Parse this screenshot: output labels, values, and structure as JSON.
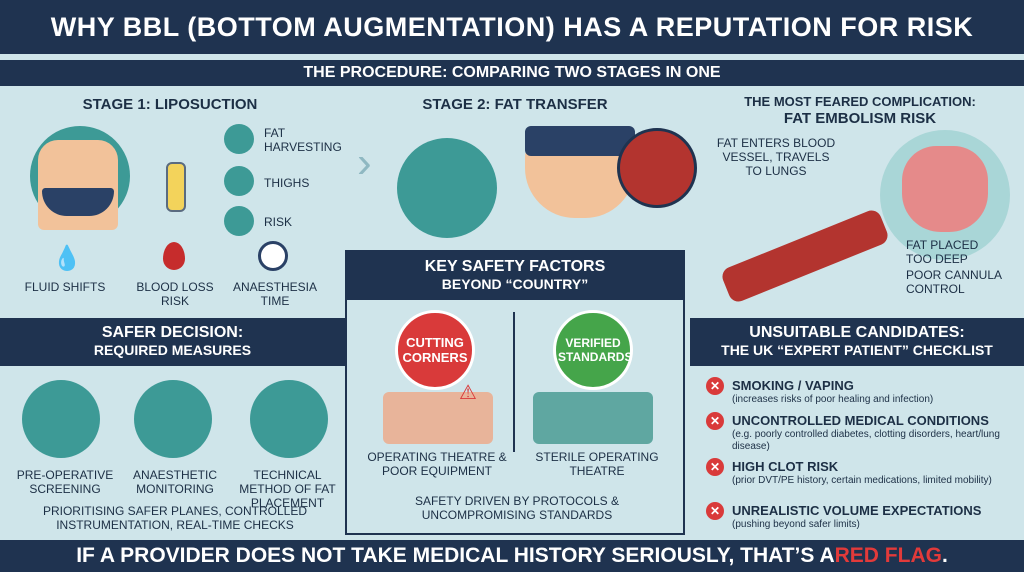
{
  "title": "WHY BBL (BOTTOM AUGMENTATION) HAS A REPUTATION FOR RISK",
  "procedure_bar": "THE PROCEDURE: COMPARING TWO STAGES IN ONE",
  "stage1": {
    "title": "STAGE 1: LIPOSUCTION",
    "legend": [
      "FAT HARVESTING",
      "THIGHS",
      "RISK"
    ],
    "risks": [
      "FLUID SHIFTS",
      "BLOOD LOSS RISK",
      "ANAESTHESIA TIME"
    ]
  },
  "stage2": {
    "title": "STAGE 2: FAT TRANSFER"
  },
  "complication": {
    "title_line1": "THE MOST FEARED COMPLICATION:",
    "title_line2": "FAT EMBOLISM RISK",
    "enters": "FAT ENTERS BLOOD VESSEL, TRAVELS TO LUNGS",
    "deep": "FAT PLACED TOO DEEP",
    "cannula": "POOR CANNULA CONTROL"
  },
  "key_factors": {
    "title_line1": "KEY SAFETY FACTORS",
    "title_line2": "BEYOND “COUNTRY”",
    "left_badge": "CUTTING CORNERS",
    "right_badge": "VERIFIED STANDARDS",
    "left_caption": "OPERATING THEATRE & POOR EQUIPMENT",
    "right_caption": "STERILE OPERATING THEATRE",
    "footer": "SAFETY DRIVEN BY PROTOCOLS & UNCOMPROMISING STANDARDS"
  },
  "safer": {
    "title_line1": "SAFER DECISION:",
    "title_line2": "REQUIRED MEASURES",
    "items": [
      "PRE-OPERATIVE SCREENING",
      "ANAESTHETIC MONITORING",
      "TECHNICAL METHOD OF FAT PLACEMENT"
    ],
    "footer": "PRIORITISING SAFER PLANES, CONTROLLED INSTRUMENTATION, REAL-TIME CHECKS"
  },
  "unsuitable": {
    "title_line1": "UNSUITABLE CANDIDATES:",
    "title_line2": "THE UK “EXPERT PATIENT” CHECKLIST",
    "items": [
      {
        "title": "SMOKING / VAPING",
        "sub": "(increases risks of poor healing and infection)"
      },
      {
        "title": "UNCONTROLLED MEDICAL CONDITIONS",
        "sub": "(e.g. poorly controlled diabetes, clotting disorders, heart/lung disease)"
      },
      {
        "title": "HIGH CLOT RISK",
        "sub": "(prior DVT/PE history, certain medications, limited mobility)"
      },
      {
        "title": "UNREALISTIC VOLUME EXPECTATIONS",
        "sub": "(pushing beyond safer limits)"
      }
    ]
  },
  "footer": {
    "main": "IF A PROVIDER DOES NOT TAKE MEDICAL HISTORY SERIOUSLY, THAT’S A ",
    "red": "RED FLAG",
    "end": "."
  },
  "colors": {
    "navy": "#1f3350",
    "teal": "#3d9a96",
    "red": "#d93a3a",
    "bg": "#cfe5ea"
  }
}
